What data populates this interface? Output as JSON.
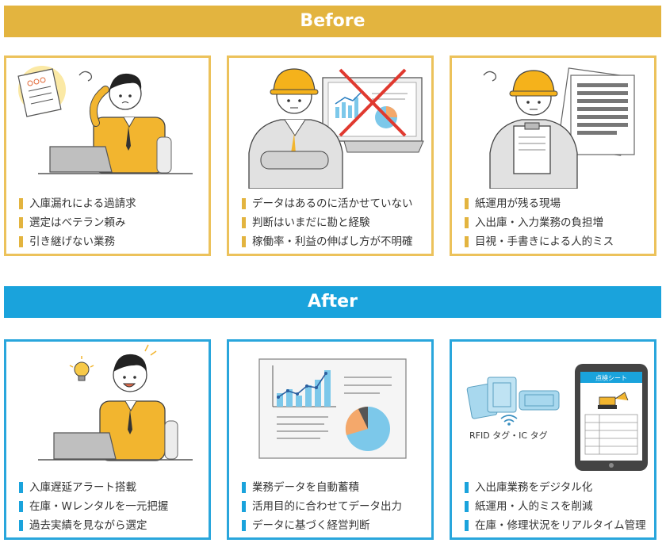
{
  "before": {
    "title": "Before",
    "cards": [
      {
        "items": [
          "入庫漏れによる過請求",
          "選定はベテラン頼み",
          "引き継げない業務"
        ]
      },
      {
        "items": [
          "データはあるのに活かせていない",
          "判断はいまだに勘と経験",
          "稼働率・利益の伸ばし方が不明確"
        ]
      },
      {
        "items": [
          "紙運用が残る現場",
          "入出庫・入力業務の負担増",
          "目視・手書きによる人的ミス"
        ]
      }
    ]
  },
  "after": {
    "title": "After",
    "cards": [
      {
        "items": [
          "入庫遅延アラート搭載",
          "在庫・Wレンタルを一元把握",
          "過去実績を見ながら選定"
        ]
      },
      {
        "items": [
          "業務データを自動蓄積",
          "活用目的に合わせてデータ出力",
          "データに基づく経営判断"
        ]
      },
      {
        "items": [
          "入出庫業務をデジタル化",
          "紙運用・人的ミスを削減",
          "在庫・修理状況をリアルタイム管理"
        ],
        "illustration_label": "RFID タグ・IC タグ",
        "tablet_header": "点検シート"
      }
    ]
  },
  "colors": {
    "before_accent": "#e3b43f",
    "after_accent": "#1aa3dc"
  }
}
